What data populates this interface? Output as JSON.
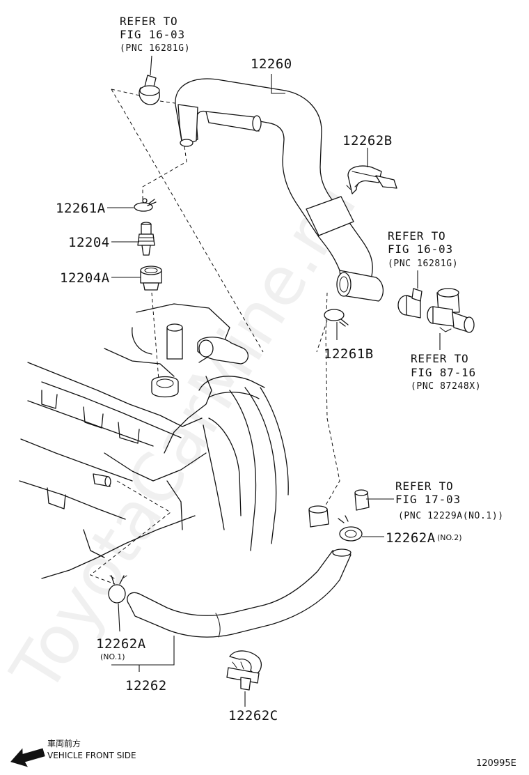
{
  "watermark": "ToyotaCarMine.ru",
  "parts": {
    "p12260": "12260",
    "p12262B": "12262B",
    "p12261A": "12261A",
    "p12204": "12204",
    "p12204A": "12204A",
    "p12261B": "12261B",
    "p12262A_no2": "12262A",
    "p12262A_no2_note": "(NO.2)",
    "p12262A_no1": "12262A",
    "p12262A_no1_note": "(NO.1)",
    "p12262": "12262",
    "p12262C": "12262C"
  },
  "references": {
    "ref1": {
      "line1": "REFER TO",
      "line2": "FIG 16-03",
      "line3": "(PNC 16281G)"
    },
    "ref2": {
      "line1": "REFER TO",
      "line2": "FIG 16-03",
      "line3": "(PNC 16281G)"
    },
    "ref3": {
      "line1": "REFER TO",
      "line2": "FIG 87-16",
      "line3": "(PNC 87248X)"
    },
    "ref4": {
      "line1": "REFER TO",
      "line2": "FIG 17-03",
      "line3": "(PNC 12229A(NO.1))"
    }
  },
  "footer": {
    "direction_jp": "車両前方",
    "direction_en": "VEHICLE FRONT SIDE",
    "figure_code": "120995E"
  },
  "colors": {
    "ink": "#111111",
    "paper": "#ffffff"
  }
}
